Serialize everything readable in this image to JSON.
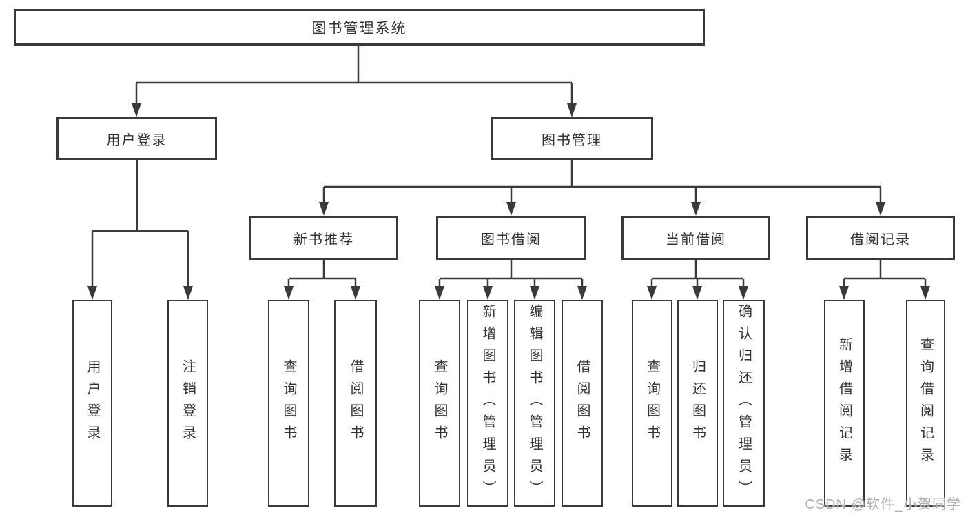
{
  "diagram": {
    "tree": {
      "label": "图书管理系统",
      "children": [
        {
          "label": "用户登录",
          "children": [
            {
              "label": "用户登录"
            },
            {
              "label": "注销登录"
            }
          ]
        },
        {
          "label": "图书管理",
          "children": [
            {
              "label": "新书推荐",
              "children": [
                {
                  "label": "查询图书"
                },
                {
                  "label": "借阅图书"
                }
              ]
            },
            {
              "label": "图书借阅",
              "children": [
                {
                  "label": "查询图书"
                },
                {
                  "label": "新增图书（管理员）"
                },
                {
                  "label": "编辑图书（管理员）"
                },
                {
                  "label": "借阅图书"
                }
              ]
            },
            {
              "label": "当前借阅",
              "children": [
                {
                  "label": "查询图书"
                },
                {
                  "label": "归还图书"
                },
                {
                  "label": "确认归还（管理员）"
                }
              ]
            },
            {
              "label": "借阅记录",
              "children": [
                {
                  "label": "新增借阅记录"
                },
                {
                  "label": "查询借阅记录"
                }
              ]
            }
          ]
        }
      ]
    }
  },
  "watermark": {
    "text": "CSDN @软件_小贺同学"
  },
  "colors": {
    "line": "#3a3a3a",
    "text": "#333333",
    "background": "#ffffff",
    "watermark": "#b0b0b0"
  }
}
